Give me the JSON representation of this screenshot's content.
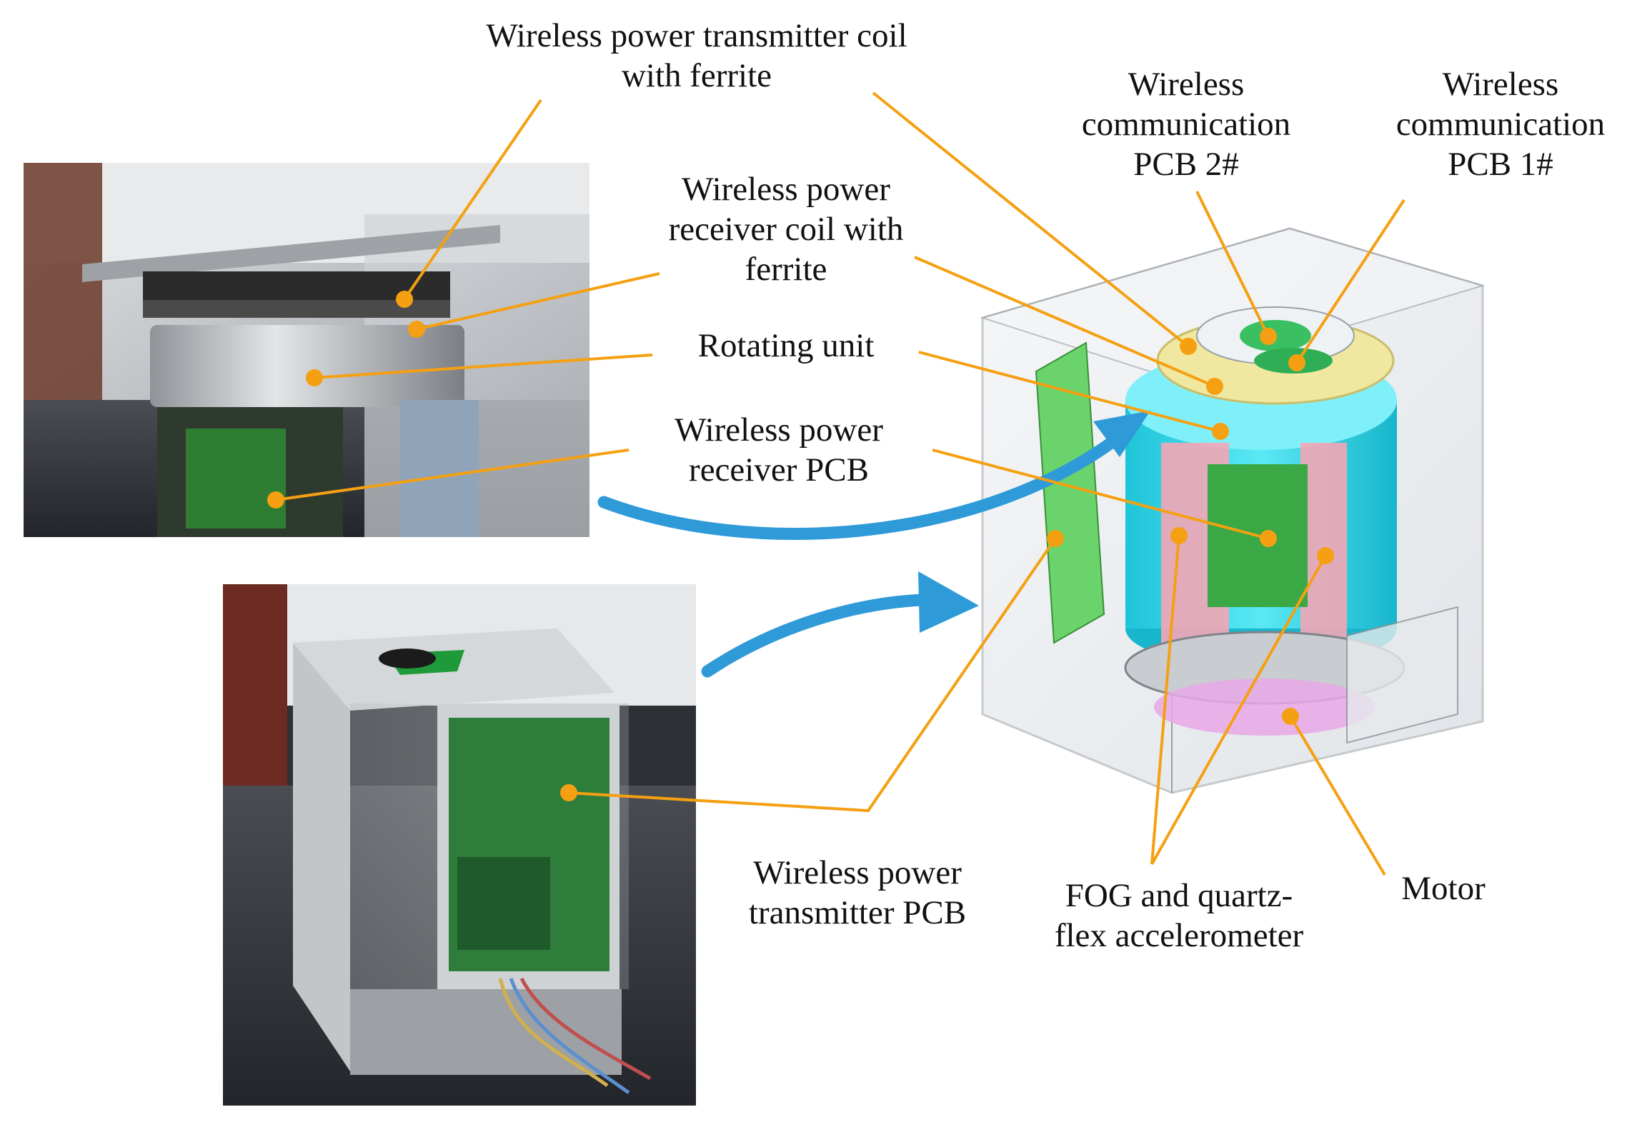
{
  "labels": {
    "tx_coil": [
      "Wireless power transmitter coil",
      "with ferrite"
    ],
    "rx_coil": [
      "Wireless power",
      "receiver coil with",
      "ferrite"
    ],
    "rotating_unit": [
      "Rotating unit"
    ],
    "rx_pcb": [
      "Wireless power",
      "receiver PCB"
    ],
    "comm_pcb2": [
      "Wireless",
      "communication",
      "PCB 2#"
    ],
    "comm_pcb1": [
      "Wireless",
      "communication",
      "PCB 1#"
    ],
    "tx_pcb": [
      "Wireless power",
      "transmitter PCB"
    ],
    "fog": [
      "FOG and quartz-",
      "flex accelerometer"
    ],
    "motor": [
      "Motor"
    ]
  },
  "colors": {
    "leader": "#f5a012",
    "arrow": "#2f9ad8",
    "text": "#111111"
  }
}
